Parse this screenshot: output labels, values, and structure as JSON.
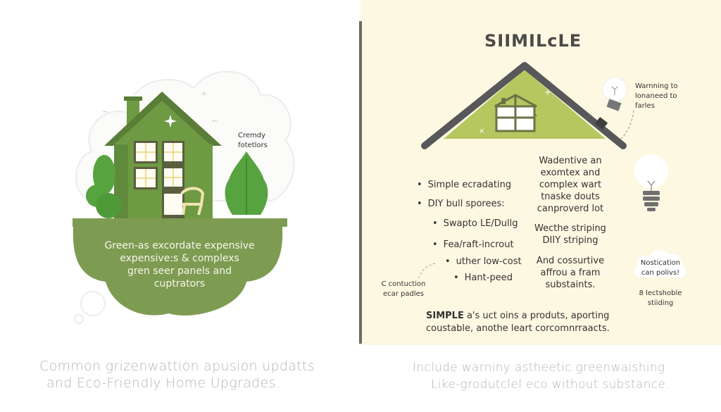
{
  "left": {
    "cloud_label": [
      "Cremdy",
      "fotetlors"
    ],
    "cloud_text": [
      "Green-as excordate expensive",
      "expensive:s & complexs",
      "gren seer panels and",
      "cuptrators"
    ],
    "caption": [
      "Common grizenwattion apusion updatts",
      "and Eco-Friendly Home Upgrades."
    ],
    "colors": {
      "house": "#6f9a44",
      "house_dark": "#5a7d38",
      "cloud": "#7e9b52",
      "leaf": "#57a33f"
    }
  },
  "right": {
    "title": "SIIMILcLE",
    "bulb_note": [
      "Warnning to",
      "lonaneed to",
      "farles"
    ],
    "bullets": [
      {
        "text": "Simple ecradating",
        "level": 0
      },
      {
        "text": "DIY bull sporees:",
        "level": 0
      },
      {
        "text": "Swapto LE/Dullg",
        "level": 1
      },
      {
        "text": "Fea/raft-incrout",
        "level": 1
      },
      {
        "text": "uther low-cost",
        "level": 2
      },
      {
        "text": "Hant-peed",
        "level": 3
      }
    ],
    "middle_blocks": [
      [
        "Wadentive an",
        "exomtex and",
        "complex wart",
        "tnaske douts",
        "canproverd lot"
      ],
      [
        "Wecthe striping",
        "DIIY striping"
      ],
      [
        "And cossurtive",
        "affrou a fram",
        "substaints."
      ]
    ],
    "side_note_left": [
      "C contuction",
      "ecar padles"
    ],
    "cloud_note": [
      "Nostication",
      "can polivs!"
    ],
    "side_note_right": [
      "8 lectshoble",
      "stiiding"
    ],
    "footer_bold": "SIMPLE",
    "footer_line1": " a's uct oins a produts, aporting",
    "footer_line2": "coustable, anothe leart corcomnrraacts.",
    "caption": [
      "Include warniny astheetic greenwaishing",
      "Like-grodutclel eco without substance."
    ],
    "colors": {
      "background": "#fdf8e2",
      "roof": "#58585a",
      "roof_fill": "#b6c760",
      "house_outline": "#6a7444"
    }
  }
}
